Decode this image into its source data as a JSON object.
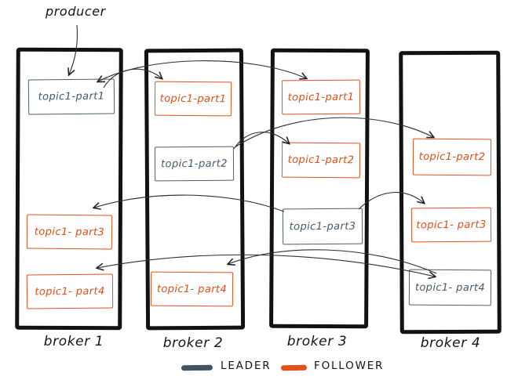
{
  "diagram": {
    "producer_label": "producer",
    "brokers": [
      {
        "label": "broker 1"
      },
      {
        "label": "broker 2"
      },
      {
        "label": "broker 3"
      },
      {
        "label": "broker 4"
      }
    ],
    "partitions": [
      {
        "broker": "broker 1",
        "label": "topic1-part1",
        "role": "leader"
      },
      {
        "broker": "broker 1",
        "label": "topic1- part3",
        "role": "follower"
      },
      {
        "broker": "broker 1",
        "label": "topic1- part4",
        "role": "follower"
      },
      {
        "broker": "broker 2",
        "label": "topic1-part1",
        "role": "follower"
      },
      {
        "broker": "broker 2",
        "label": "topic1-part2",
        "role": "leader"
      },
      {
        "broker": "broker 2",
        "label": "topic1- part4",
        "role": "follower"
      },
      {
        "broker": "broker 3",
        "label": "topic1-part1",
        "role": "follower"
      },
      {
        "broker": "broker 3",
        "label": "topic1-part2",
        "role": "follower"
      },
      {
        "broker": "broker 3",
        "label": "topic1-part3",
        "role": "leader"
      },
      {
        "broker": "broker 4",
        "label": "topic1-part2",
        "role": "follower"
      },
      {
        "broker": "broker 4",
        "label": "topic1- part3",
        "role": "follower"
      },
      {
        "broker": "broker 4",
        "label": "topic1- part4",
        "role": "leader"
      }
    ],
    "legend": {
      "leader_label": "LEADER",
      "follower_label": "FOLLOWER"
    },
    "colors": {
      "leader": "#3f5565",
      "follower": "#e0521a",
      "ink": "#121212"
    }
  }
}
